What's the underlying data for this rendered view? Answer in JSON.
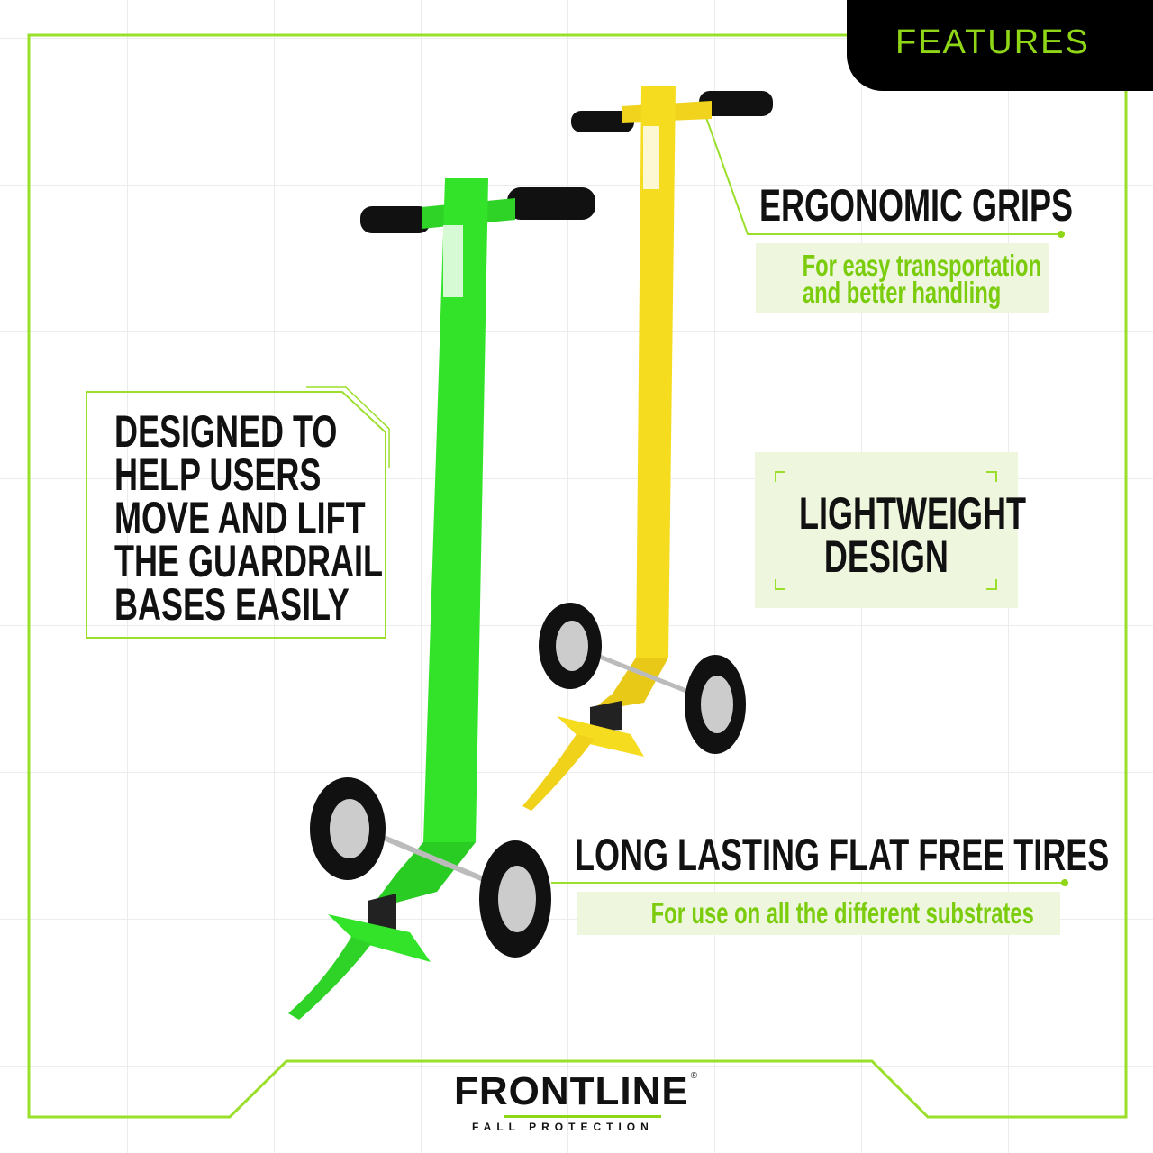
{
  "tab": {
    "label": "FEATURES"
  },
  "features": {
    "grips": {
      "title": "ERGONOMIC GRIPS",
      "subtitle_line1": "For easy transportation",
      "subtitle_line2": "and better handling"
    },
    "lightweight": {
      "line1": "LIGHTWEIGHT",
      "line2": "DESIGN"
    },
    "tires": {
      "title": "LONG LASTING FLAT FREE TIRES",
      "subtitle": "For use on all the different substrates"
    },
    "designed": {
      "lines": [
        "DESIGNED TO",
        "HELP USERS",
        "MOVE AND LIFT",
        "THE GUARDRAIL",
        "BASES EASILY"
      ]
    }
  },
  "logo": {
    "brand": "FRONTLINE",
    "registered": "®",
    "tagline": "FALL PROTECTION"
  },
  "colors": {
    "accent": "#8fd616",
    "green_cart": "#33e32a",
    "yellow_cart": "#f6dc1f",
    "dark": "#000000"
  }
}
